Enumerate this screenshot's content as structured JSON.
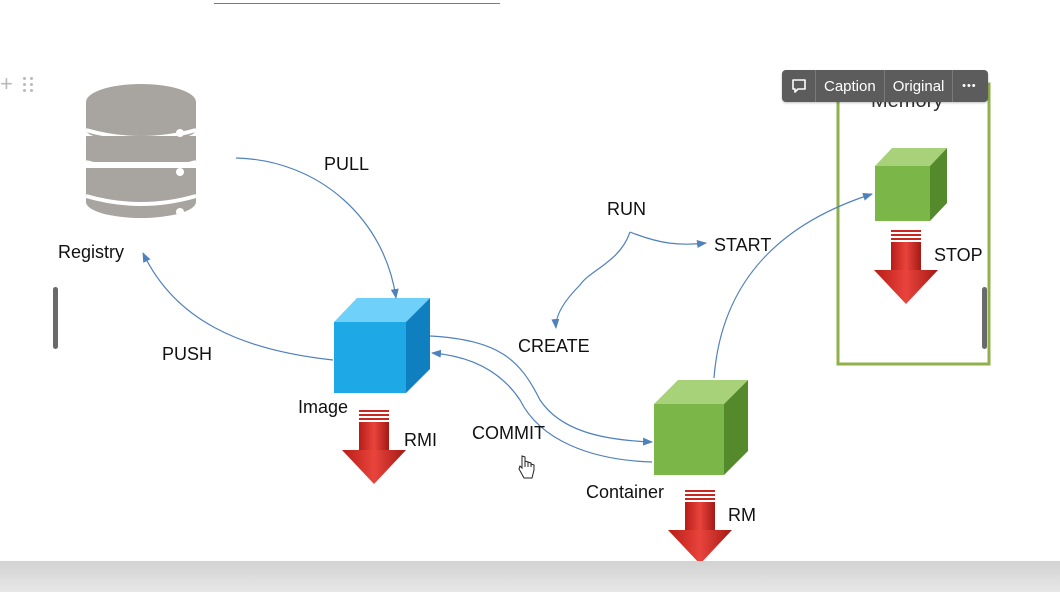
{
  "toolbar": {
    "caption_label": "Caption",
    "original_label": "Original",
    "more_label": "•••",
    "comment_icon": "speech-bubble-icon"
  },
  "diagram": {
    "nodes": {
      "registry": "Registry",
      "image": "Image",
      "container": "Container",
      "memory": "Memory"
    },
    "edges": {
      "pull": "PULL",
      "push": "PUSH",
      "run": "RUN",
      "start": "START",
      "create": "CREATE",
      "commit": "COMMIT",
      "stop": "STOP",
      "rmi": "RMI",
      "rm": "RM"
    }
  },
  "colors": {
    "arrow_line": "#4f81bd",
    "image_cube": "#1fa8e6",
    "container_cube": "#7ab648",
    "delete_arrow": "#d9302a",
    "memory_border": "#8fb04a",
    "registry": "#a8a5a0"
  }
}
